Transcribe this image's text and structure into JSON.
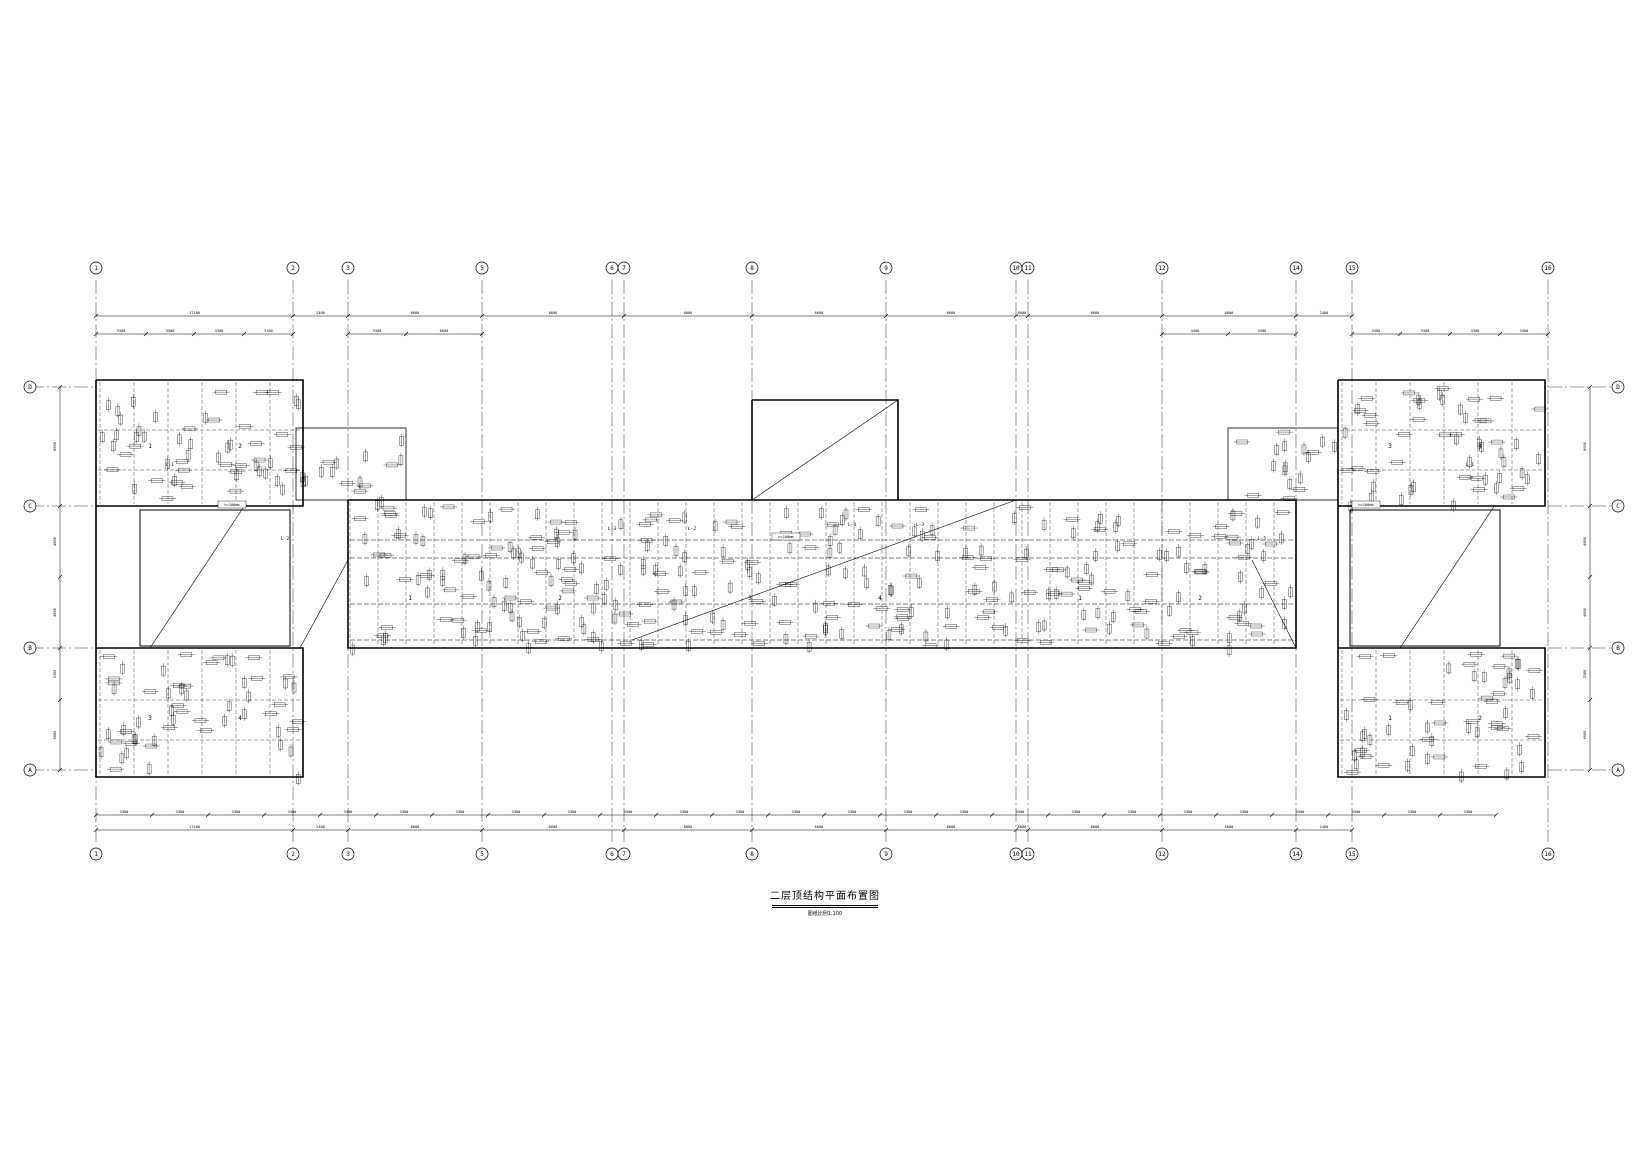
{
  "drawing": {
    "title": "二层顶结构平面布置图",
    "scale_note": "图纸比例1:100"
  },
  "axes": {
    "vertical": [
      "1",
      "2",
      "3",
      "5",
      "6",
      "7",
      "8",
      "9",
      "10",
      "11",
      "12",
      "14",
      "15",
      "16"
    ],
    "horizontal": [
      "D",
      "C",
      "B",
      "A"
    ]
  },
  "dimensions": {
    "top_overall": [
      "17100",
      "2400",
      "6600",
      "6600",
      "8000",
      "6600",
      "6600",
      "8000",
      "6600",
      "6600",
      "2400",
      "17100"
    ],
    "top_partial_left": [
      "3300",
      "3300",
      "3300",
      "3300"
    ],
    "top_partial_mid": [
      "3300",
      "6600"
    ],
    "top_partial_right_a": [
      "4400",
      "3300"
    ],
    "top_partial_right_b": [
      "3300",
      "3300",
      "3300",
      "3300"
    ],
    "bottom_partial": [
      "3300",
      "3300",
      "3300",
      "3300",
      "3300",
      "3300",
      "3300",
      "3300",
      "3300",
      "3300",
      "3300",
      "3300",
      "3300",
      "3300",
      "3300",
      "3300",
      "3300",
      "3300",
      "3300",
      "3300",
      "3300",
      "3300",
      "3300",
      "3300",
      "3300",
      "3300"
    ],
    "bottom_overall": [
      "17100",
      "2400",
      "6600",
      "6600",
      "8000",
      "6600",
      "6600",
      "8000",
      "6600",
      "6600",
      "2400",
      "17100"
    ],
    "left_side": [
      "6600",
      "4800",
      "4800",
      "3300",
      "6600"
    ],
    "right_side": [
      "6600",
      "4800",
      "4800",
      "3300",
      "6600"
    ]
  },
  "labels": {
    "slab_thickness": "h=100mm",
    "beam_tags": [
      "L-1",
      "L-2",
      "L-3",
      "L-4",
      "L-5"
    ],
    "slab_numbers": [
      "1",
      "2",
      "3",
      "4"
    ]
  }
}
